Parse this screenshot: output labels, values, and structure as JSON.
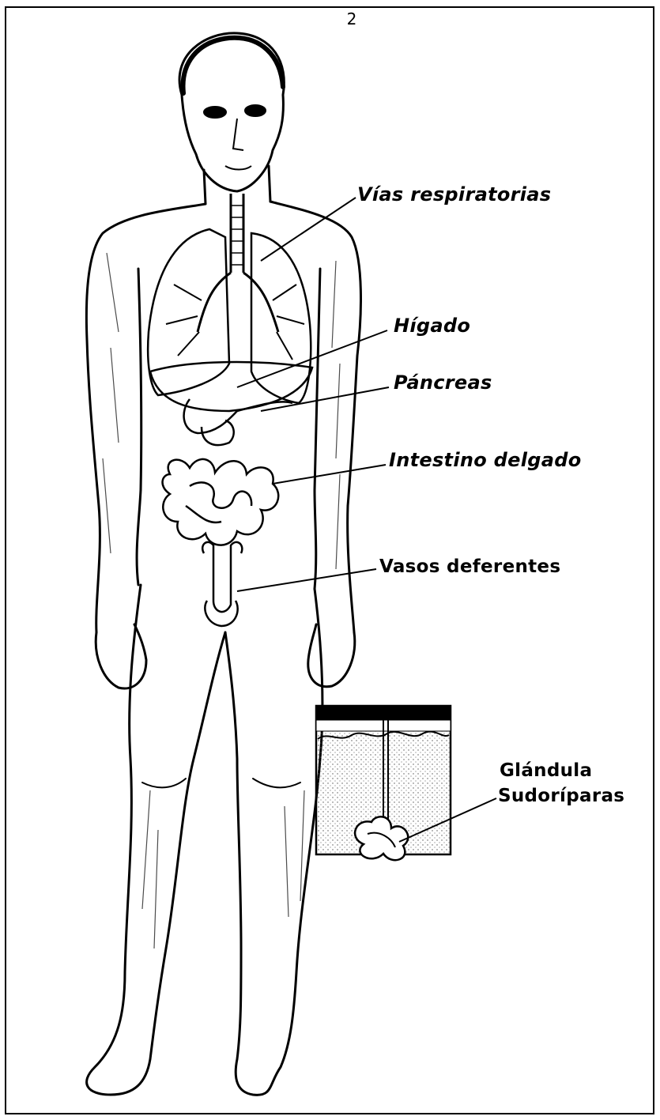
{
  "page_number": "2",
  "labels": {
    "vias_respiratorias": "Vías respiratorias",
    "higado": "Hígado",
    "pancreas": "Páncreas",
    "intestino_delgado": "Intestino delgado",
    "vasos_deferentes": "Vasos deferentes",
    "glandula_line1": "Glándula",
    "glandula_line2": "Sudoríparas"
  },
  "colors": {
    "ink": "#000000",
    "paper": "#ffffff"
  }
}
